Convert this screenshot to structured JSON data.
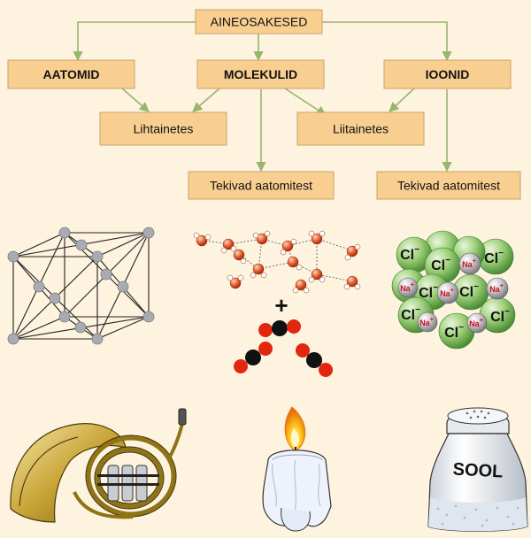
{
  "nodes": {
    "root": "AINEOSAKESED",
    "atoms": "AATOMID",
    "molecules": "MOLEKULID",
    "ions": "IOONID",
    "simple": "Lihtainetes",
    "compound": "Liitainetes",
    "from_atoms_left": "Tekivad aatomitest",
    "from_atoms_right": "Tekivad aatomitest"
  },
  "symbols": {
    "plus": "+",
    "cl": "Cl",
    "na": "Na",
    "minus": "−",
    "plus_charge": "+",
    "salt_label": "SOOL"
  },
  "colors": {
    "background": "#fdf3df",
    "box_fill": "#f9cf91",
    "arrow": "#97b56e"
  }
}
